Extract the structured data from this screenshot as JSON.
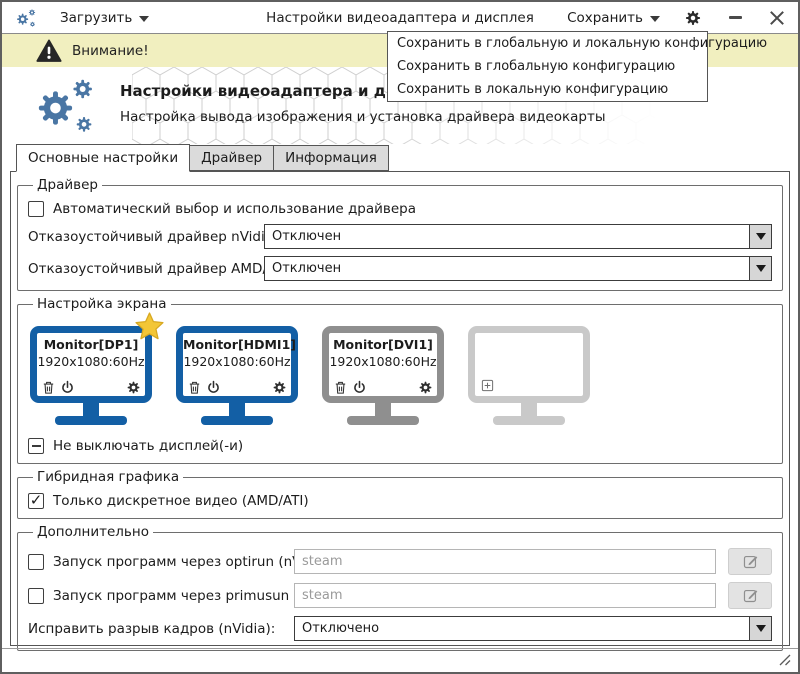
{
  "toolbar": {
    "load_label": "Загрузить",
    "title": "Настройки видеоадаптера и дисплея",
    "save_label": "Сохранить"
  },
  "warning_bar": {
    "text": "Внимание!"
  },
  "save_menu": {
    "items": [
      "Сохранить в глобальную и локальную конфигурацию",
      "Сохранить в глобальную конфигурацию",
      "Сохранить в локальную конфигурацию"
    ]
  },
  "header": {
    "title": "Настройки видеоадаптера и дисплея",
    "subtitle": "Настройка вывода изображения и установка драйвера видеокарты"
  },
  "tabs": {
    "main": "Основные настройки",
    "driver": "Драйвер",
    "info": "Информация"
  },
  "driver_group": {
    "title": "Драйвер",
    "auto_driver_label": "Автоматический выбор и использование драйвера",
    "nvidia_failsafe_label": "Отказоустойчивый драйвер nVidia:",
    "nvidia_failsafe_value": "Отключен",
    "amd_failsafe_label": "Отказоустойчивый драйвер AMD/ATI:",
    "amd_failsafe_value": "Отключен"
  },
  "screen_group": {
    "title": "Настройка экрана",
    "monitors": [
      {
        "name": "Monitor[DP1]",
        "resolution": "1920x1080:60Hz",
        "state": "primary"
      },
      {
        "name": "Monitor[HDMI1]",
        "resolution": "1920x1080:60Hz",
        "state": "active"
      },
      {
        "name": "Monitor[DVI1]",
        "resolution": "1920x1080:60Hz",
        "state": "inactive"
      },
      {
        "name": "",
        "resolution": "",
        "state": "empty"
      }
    ],
    "keep_on_label": "Не выключать дисплей(-и)"
  },
  "hybrid_group": {
    "title": "Гибридная графика",
    "discrete_only_label": "Только дискретное видео (AMD/ATI)"
  },
  "extra_group": {
    "title": "Дополнительно",
    "optirun_label": "Запуск программ через optirun (nVidia):",
    "optirun_placeholder": "steam",
    "primusun_label": "Запуск программ через primusun (nVidia):",
    "primusun_placeholder": "steam",
    "tearing_label": "Исправить разрыв кадров (nVidia):",
    "tearing_value": "Отключено"
  },
  "colors": {
    "accent_blue": "#135fa5",
    "logo_blue": "#4a76a4",
    "warning_bg": "#f1efbf",
    "inactive_gray": "#8f8f8f",
    "empty_gray": "#c9c9c9",
    "star_gold": "#f3c636"
  }
}
